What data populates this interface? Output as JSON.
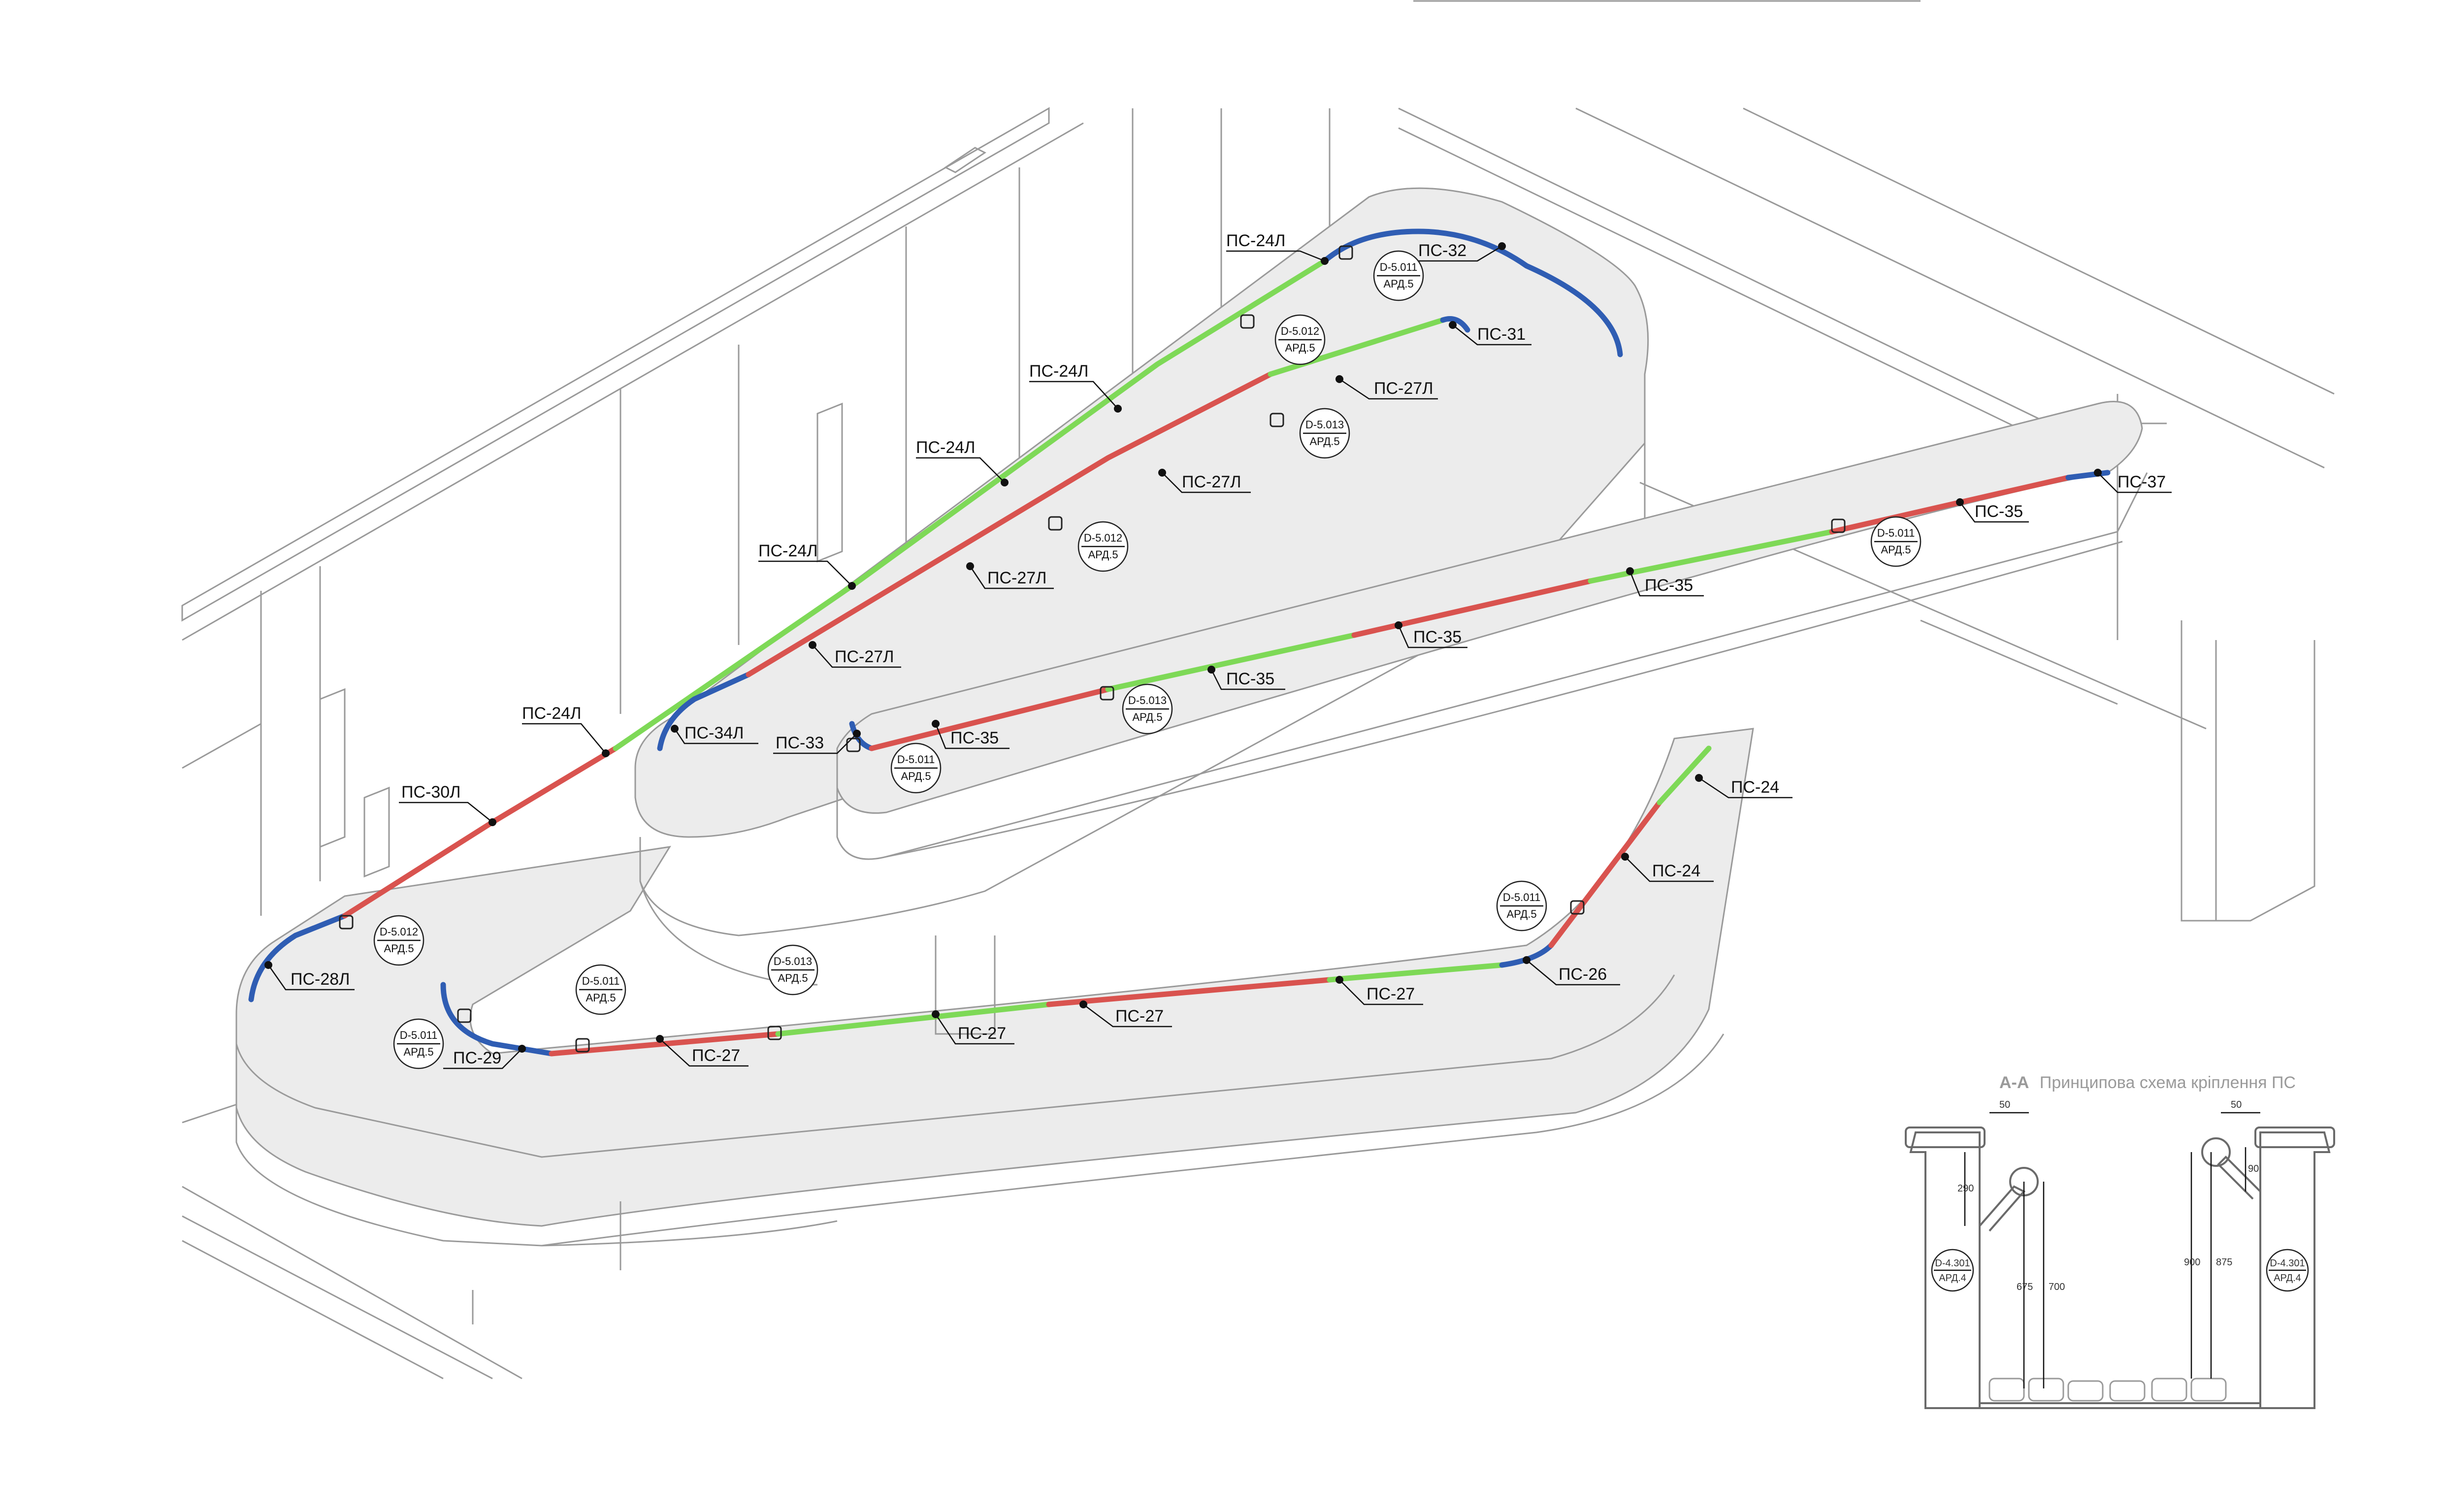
{
  "colors": {
    "segment_red": "#d9534f",
    "segment_green": "#7ed957",
    "segment_blue": "#2f5db3"
  },
  "labels": {
    "ps24l_a": "ПС-24Л",
    "ps24l_b": "ПС-24Л",
    "ps24l_c": "ПС-24Л",
    "ps24l_d": "ПС-24Л",
    "ps24l_e": "ПС-24Л",
    "ps32": "ПС-32",
    "ps31": "ПС-31",
    "ps27l_a": "ПС-27Л",
    "ps27l_b": "ПС-27Л",
    "ps27l_c": "ПС-27Л",
    "ps27l_d": "ПС-27Л",
    "ps37": "ПС-37",
    "ps35_a": "ПС-35",
    "ps35_b": "ПС-35",
    "ps35_c": "ПС-35",
    "ps35_d": "ПС-35",
    "ps35_e": "ПС-35",
    "ps34l": "ПС-34Л",
    "ps33": "ПС-33",
    "ps30l": "ПС-30Л",
    "ps28l": "ПС-28Л",
    "ps29": "ПС-29",
    "ps27_a": "ПС-27",
    "ps27_b": "ПС-27",
    "ps27_c": "ПС-27",
    "ps27_d": "ПС-27",
    "ps26": "ПС-26",
    "ps24_a": "ПС-24",
    "ps24_b": "ПС-24"
  },
  "tags": {
    "t1": {
      "top": "D-5.011",
      "bottom": "АРД.5"
    },
    "t2": {
      "top": "D-5.012",
      "bottom": "АРД.5"
    },
    "t3": {
      "top": "D-5.013",
      "bottom": "АРД.5"
    },
    "t4": {
      "top": "D-5.012",
      "bottom": "АРД.5"
    },
    "t5": {
      "top": "D-5.011",
      "bottom": "АРД.5"
    },
    "t6": {
      "top": "D-5.013",
      "bottom": "АРД.5"
    },
    "t7": {
      "top": "D-5.011",
      "bottom": "АРД.5"
    },
    "t8": {
      "top": "D-5.012",
      "bottom": "АРД.5"
    },
    "t9": {
      "top": "D-5.011",
      "bottom": "АРД.5"
    },
    "t10": {
      "top": "D-5.011",
      "bottom": "АРД.5"
    },
    "t11": {
      "top": "D-5.013",
      "bottom": "АРД.5"
    },
    "t12": {
      "top": "D-5.011",
      "bottom": "АРД.5"
    }
  },
  "section": {
    "title_bold": "А-А",
    "title_rest": "Принципова схема кріплення ПС",
    "dim_50_left": "50",
    "dim_50_right": "50",
    "dim_290": "290",
    "dim_90": "90",
    "dim_675": "675",
    "dim_700": "700",
    "dim_900": "900",
    "dim_875": "875",
    "tag_left": {
      "top": "D-4.301",
      "bottom": "АРД.4"
    },
    "tag_right": {
      "top": "D-4.301",
      "bottom": "АРД.4"
    }
  }
}
